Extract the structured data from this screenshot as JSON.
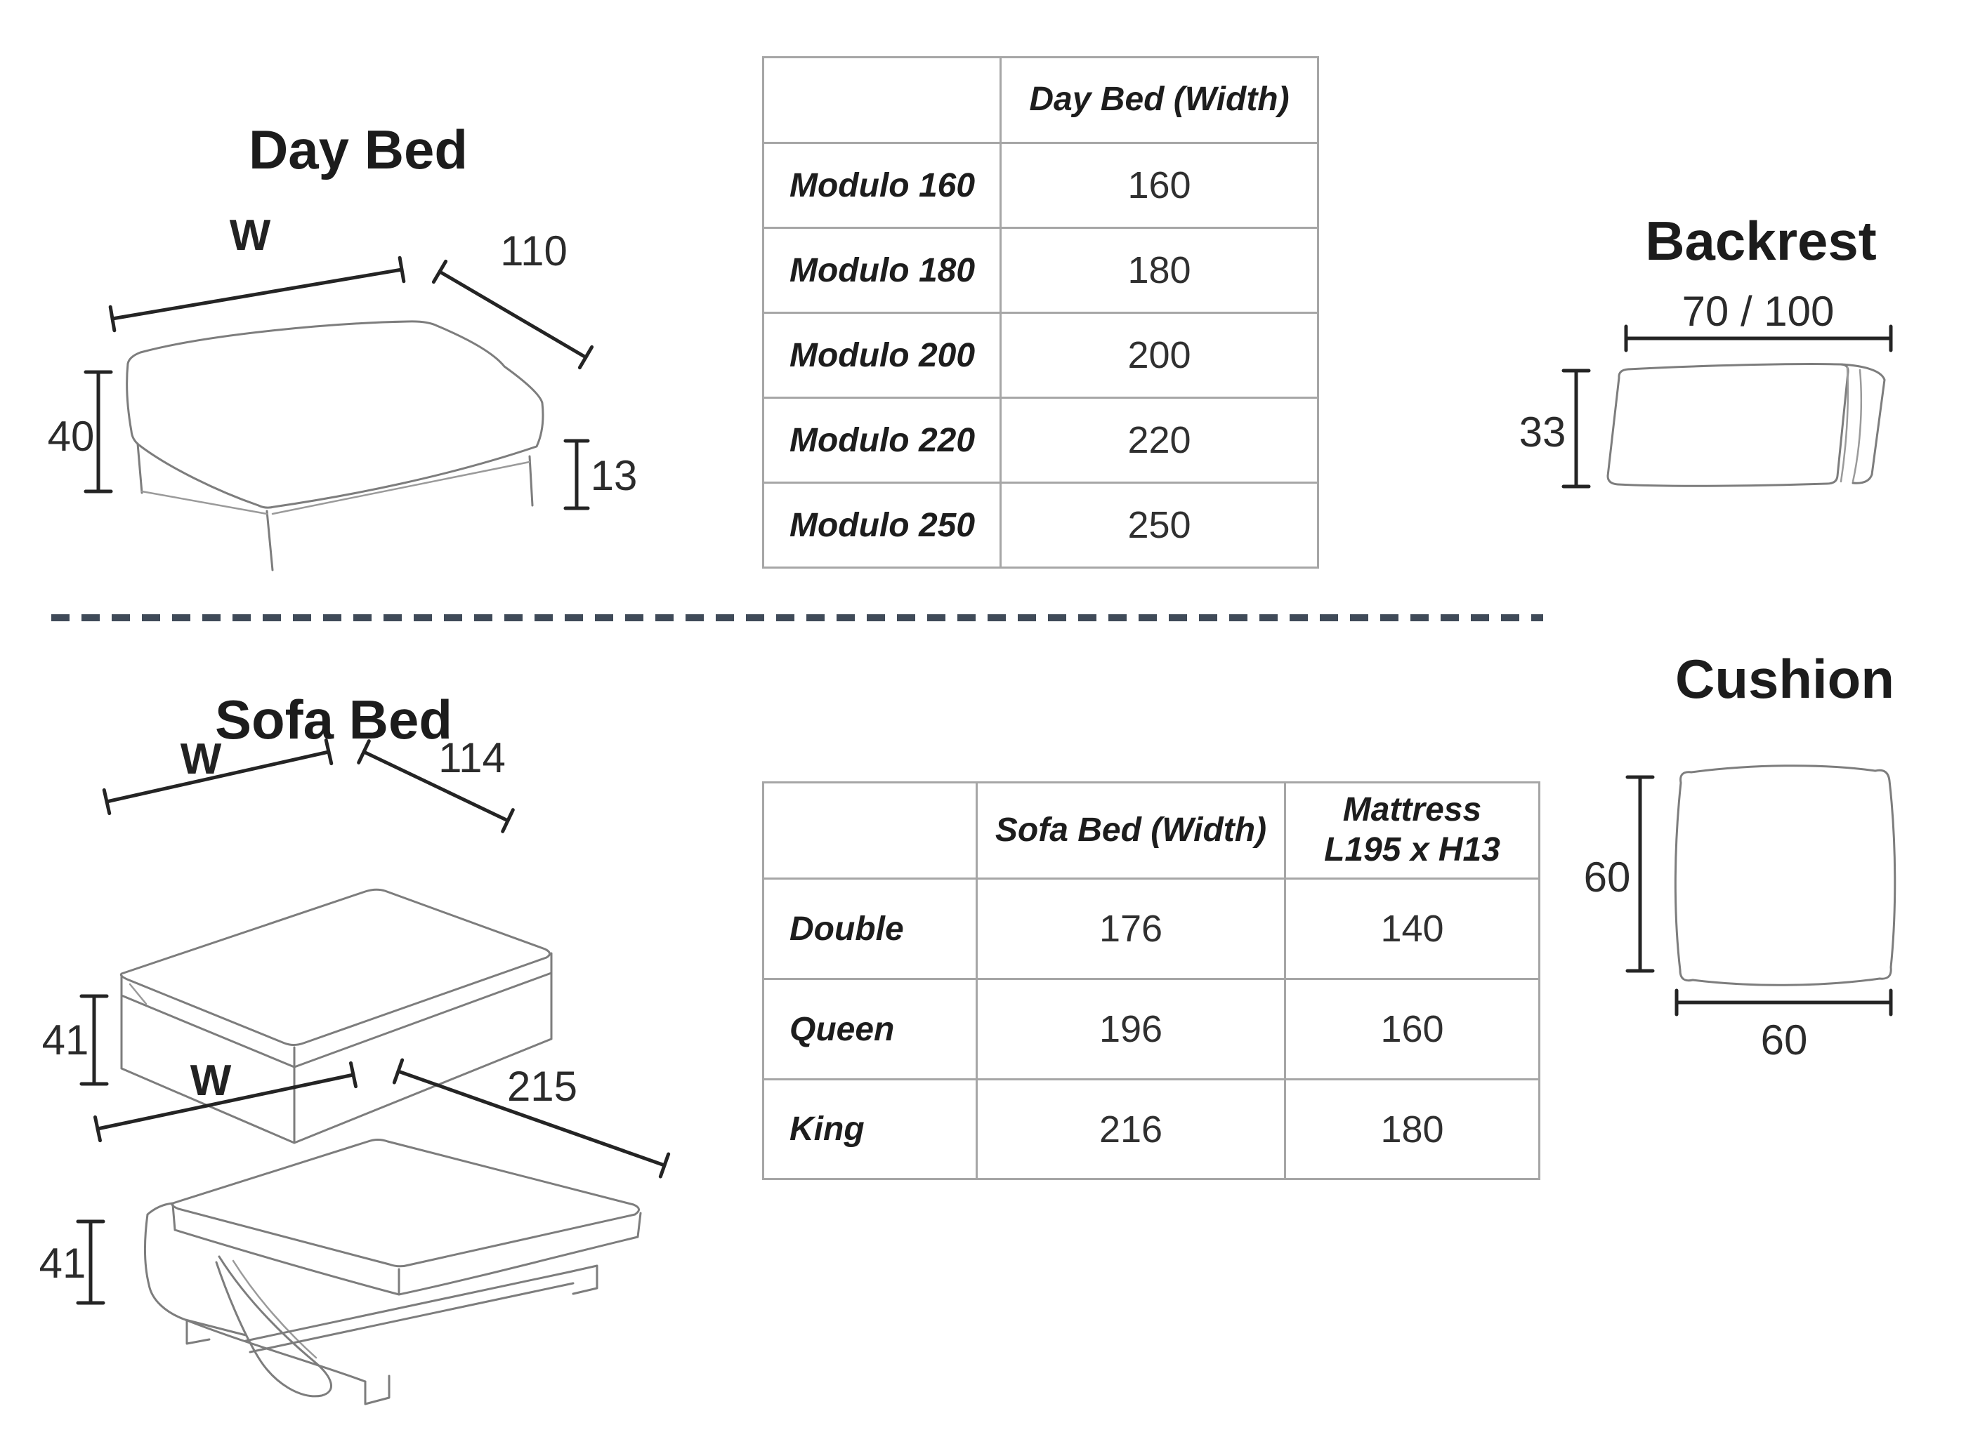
{
  "page": {
    "background": "#ffffff",
    "divider_color": "#3f4a58"
  },
  "day_bed": {
    "title": "Day Bed",
    "dims": {
      "width": "W",
      "depth": "110",
      "height": "40",
      "leg_height": "13"
    },
    "table": {
      "col_header": "Day Bed (Width)",
      "rows": [
        {
          "label": "Modulo 160",
          "value": "160"
        },
        {
          "label": "Modulo 180",
          "value": "180"
        },
        {
          "label": "Modulo 200",
          "value": "200"
        },
        {
          "label": "Modulo 220",
          "value": "220"
        },
        {
          "label": "Modulo 250",
          "value": "250"
        }
      ]
    }
  },
  "backrest": {
    "title": "Backrest",
    "dims": {
      "width": "70 / 100",
      "height": "33"
    }
  },
  "sofa_bed": {
    "title": "Sofa Bed",
    "closed": {
      "width": "W",
      "depth": "114",
      "height": "41"
    },
    "open": {
      "width": "W",
      "depth": "215",
      "height": "41"
    },
    "table": {
      "col_width_header": "Sofa Bed (Width)",
      "col_mattress_line1": "Mattress",
      "col_mattress_line2": "L195 x H13",
      "rows": [
        {
          "label": "Double",
          "width": "176",
          "mattress": "140"
        },
        {
          "label": "Queen",
          "width": "196",
          "mattress": "160"
        },
        {
          "label": "King",
          "width": "216",
          "mattress": "180"
        }
      ]
    }
  },
  "cushion": {
    "title": "Cushion",
    "dims": {
      "height": "60",
      "width": "60"
    }
  }
}
